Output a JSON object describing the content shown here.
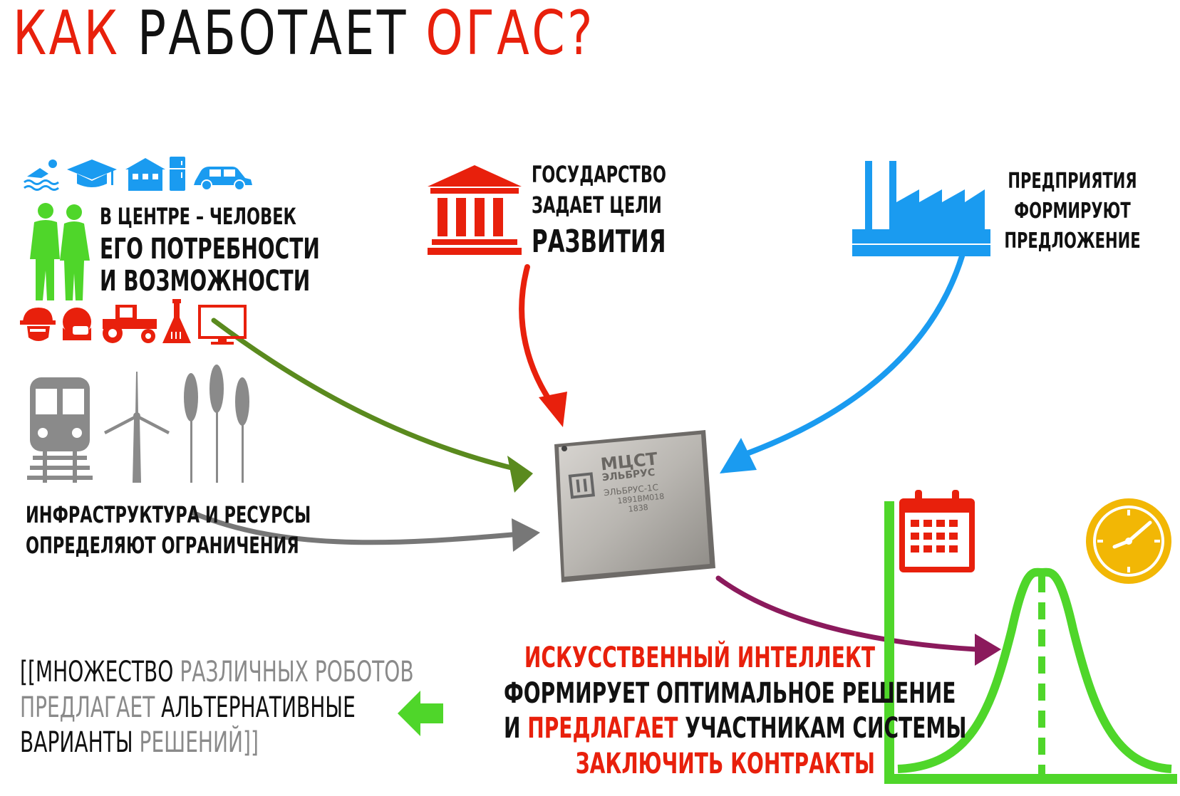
{
  "title": {
    "part1": "КАК",
    "part2": "РАБОТАЕТ",
    "part3": "ОГАС?"
  },
  "human": {
    "line1": "В ЦЕНТРЕ – ЧЕЛОВЕК",
    "line2": "ЕГО ПОТРЕБНОСТИ",
    "line3": "И ВОЗМОЖНОСТИ"
  },
  "state": {
    "line1": "ГОСУДАРСТВО",
    "line2": "ЗАДАЕТ ЦЕЛИ",
    "line3": "РАЗВИТИЯ"
  },
  "enterprise": {
    "line1": "ПРЕДПРИЯТИЯ",
    "line2": "ФОРМИРУЮТ",
    "line3": "ПРЕДЛОЖЕНИЕ"
  },
  "infrastructure": {
    "line1": "ИНФРАСТРУКТУРА И РЕСУРСЫ",
    "line2": "ОПРЕДЕЛЯЮТ ОГРАНИЧЕНИЯ"
  },
  "chip": {
    "brand1": "МЦСТ",
    "brand2": "ЭЛЬБРУС",
    "model": "ЭЛЬБРУС-1С",
    "code1": "1891ВМ018",
    "code2": "1838"
  },
  "ai": {
    "line1": "ИСКУССТВЕННЫЙ ИНТЕЛЛЕКТ",
    "line2": "ФОРМИРУЕТ ОПТИМАЛЬНОЕ РЕШЕНИЕ",
    "line3a": "И",
    "line3b": "ПРЕДЛАГАЕТ",
    "line3c": "УЧАСТНИКАМ СИСТЕМЫ",
    "line4": "ЗАКЛЮЧИТЬ КОНТРАКТЫ"
  },
  "robots": {
    "l1a": "[[МНОЖЕСТВО",
    "l1b": "РАЗЛИЧНЫХ РОБОТОВ",
    "l2a": "ПРЕДЛАГАЕТ",
    "l2b": "АЛЬТЕРНАТИВНЫЕ",
    "l3a": "ВАРИАНТЫ",
    "l3b": "РЕШЕНИЙ]]"
  },
  "colors": {
    "red": "#e8200c",
    "blue": "#1a9bf0",
    "green": "#4fd62a",
    "grey": "#8a8a8a",
    "purple": "#8b1a5c",
    "olive": "#5a8a1e",
    "yellow": "#f2b705"
  },
  "icons": [
    "swimmer-icon",
    "graduation-cap-icon",
    "house-icon",
    "fridge-icon",
    "car-icon",
    "people-icon",
    "helmet-worker-icon",
    "medic-mask-icon",
    "tractor-icon",
    "flask-icon",
    "monitor-icon",
    "train-icon",
    "wind-turbine-icon",
    "wheat-icon",
    "government-building-icon",
    "factory-icon",
    "processor-chip-icon",
    "calendar-icon",
    "clock-icon",
    "bell-curve-icon",
    "arrow-left-icon"
  ]
}
